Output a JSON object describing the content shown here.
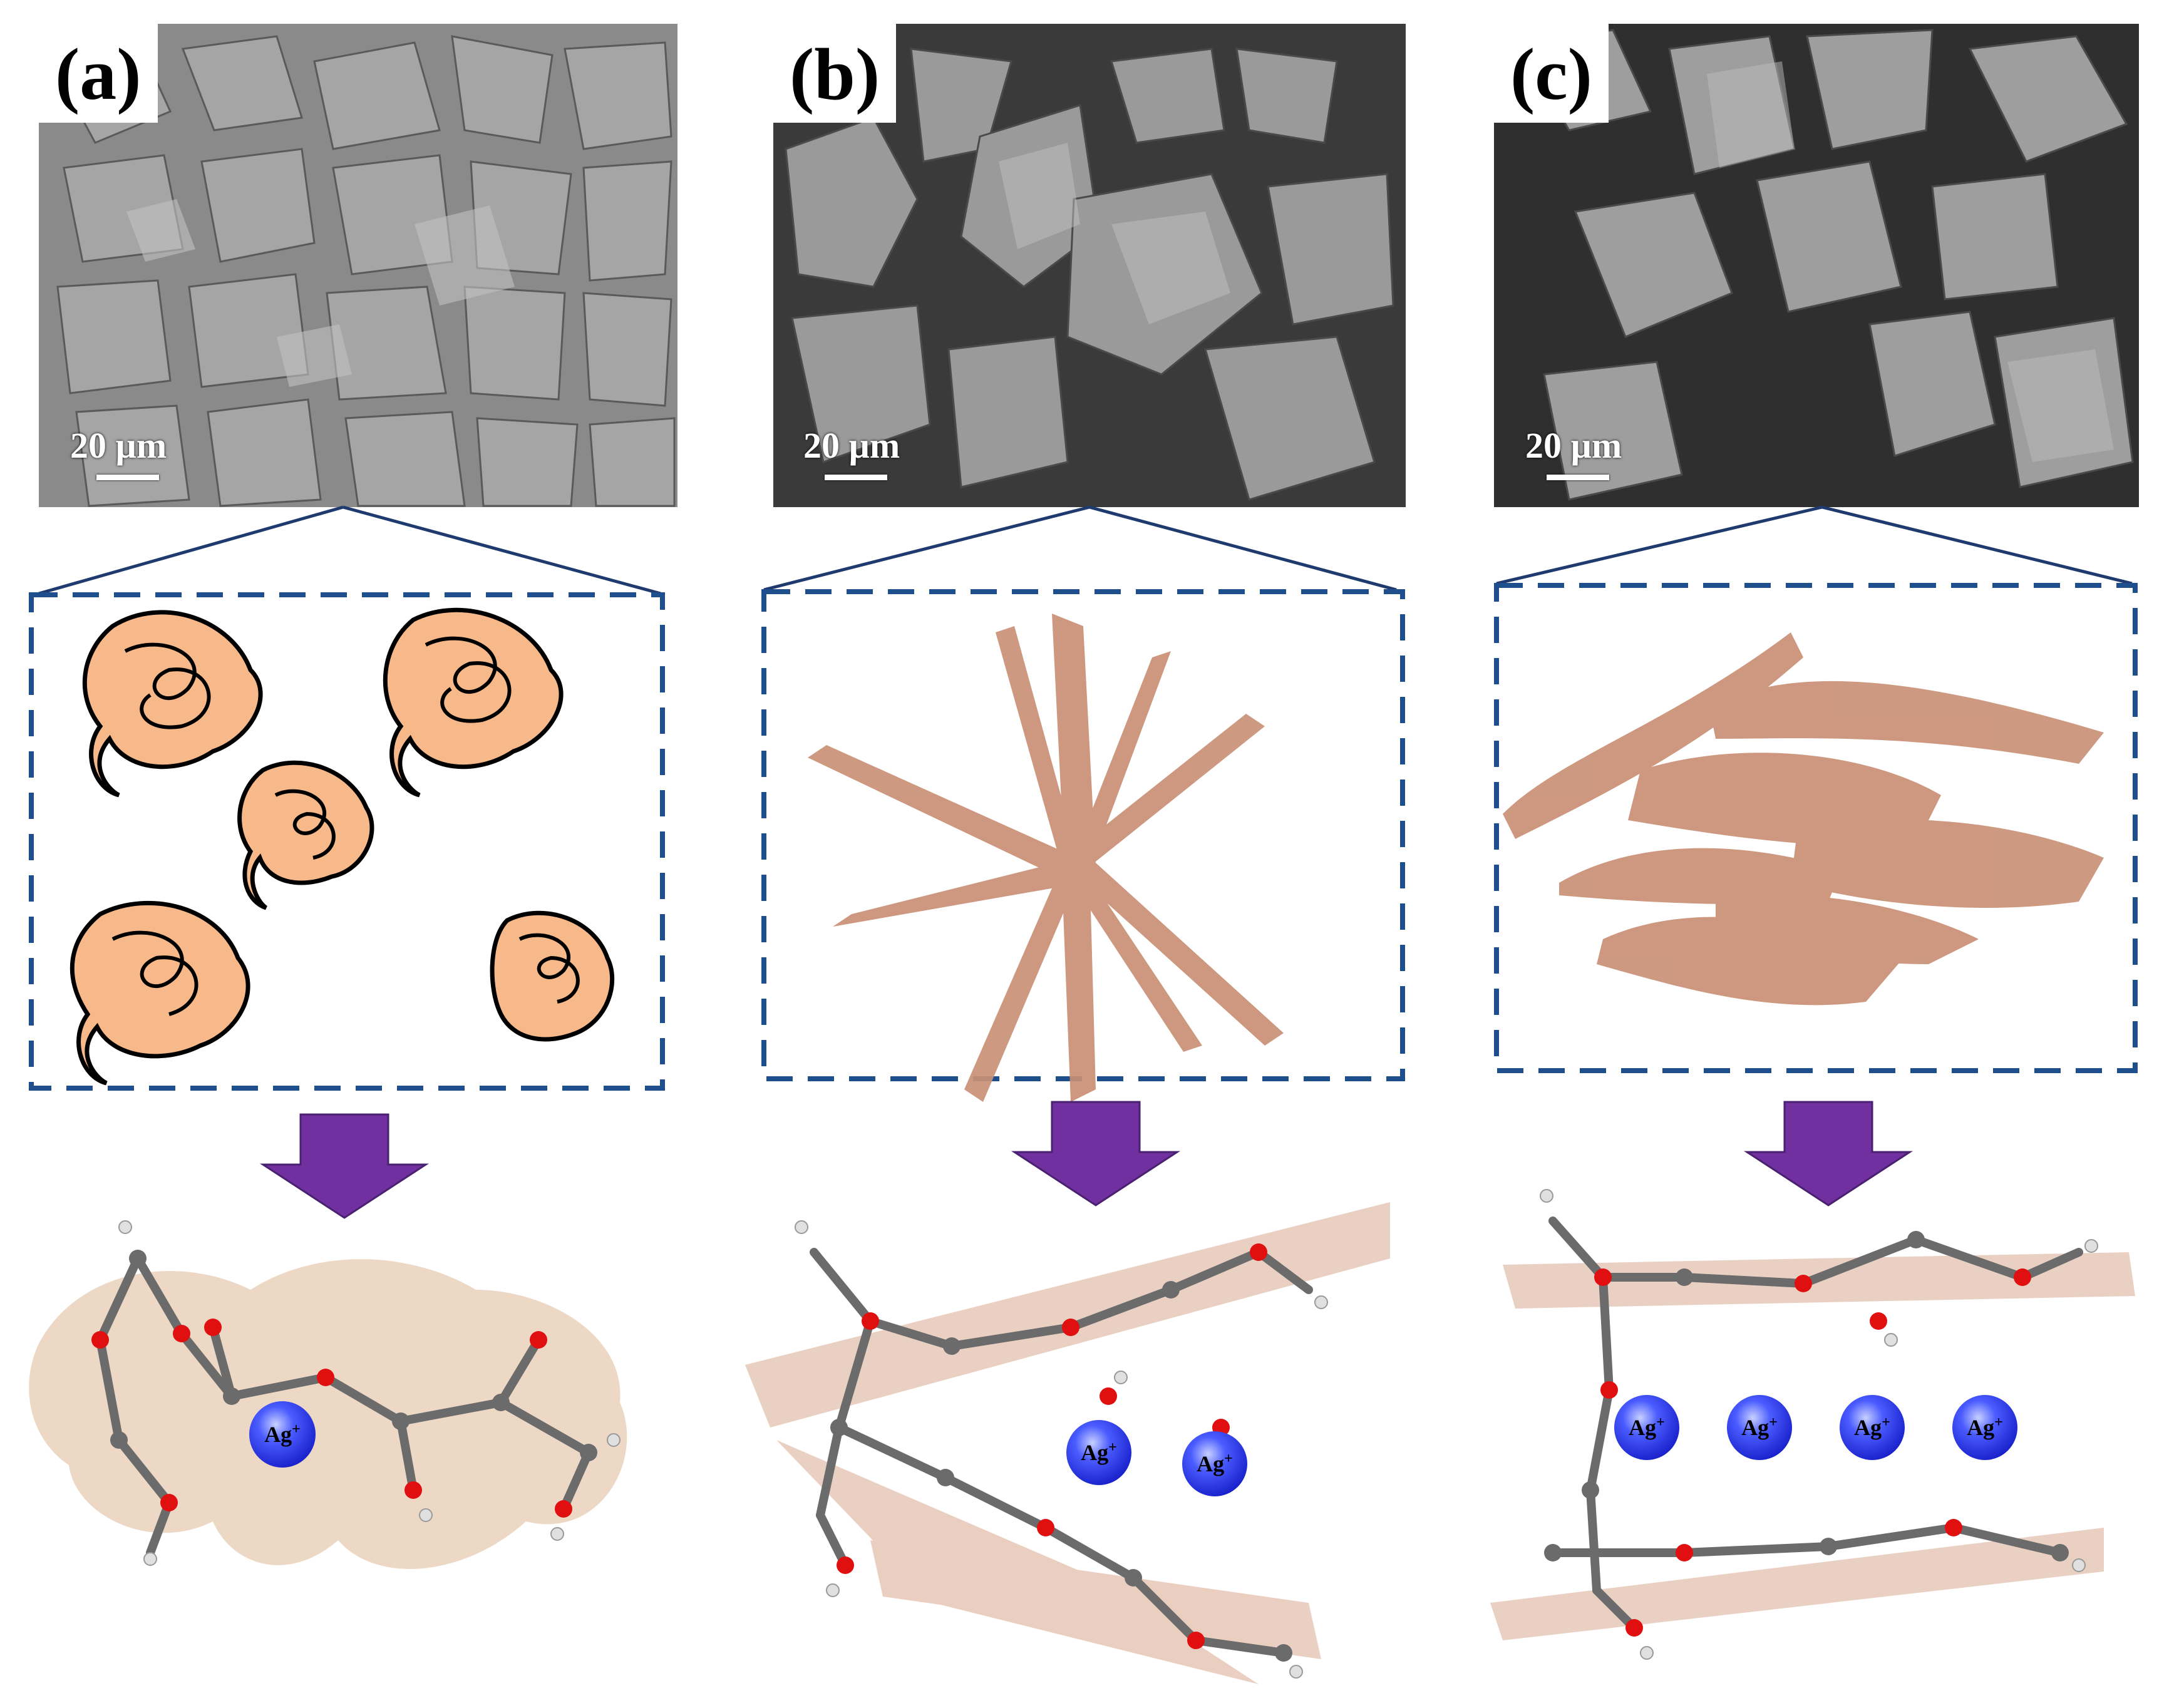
{
  "panels": [
    {
      "id": "a",
      "label": "(a)",
      "scale_text": "20 µm",
      "ions": [
        "Ag+"
      ]
    },
    {
      "id": "b",
      "label": "(b)",
      "scale_text": "20 µm",
      "ions": [
        "Ag+",
        "Ag+"
      ]
    },
    {
      "id": "c",
      "label": "(c)",
      "scale_text": "20 µm",
      "ions": [
        "Ag+",
        "Ag+",
        "Ag+",
        "Ag+"
      ]
    }
  ],
  "colors": {
    "frame_blue": "#1f4e8c",
    "arrow_purple": "#7030a0",
    "blob_orange": "#f7b98a",
    "sheet_brown": "#c99075",
    "ion_blue": "#2233dd",
    "oxygen_red": "#e01010",
    "carbon_gray": "#6b6b6b",
    "hydrogen_white": "#e8e8e8"
  },
  "icons": [
    "sem-micrograph",
    "magnify-lines",
    "dashed-frame",
    "down-arrow-icon",
    "molecular-model",
    "silver-ion-sphere"
  ]
}
